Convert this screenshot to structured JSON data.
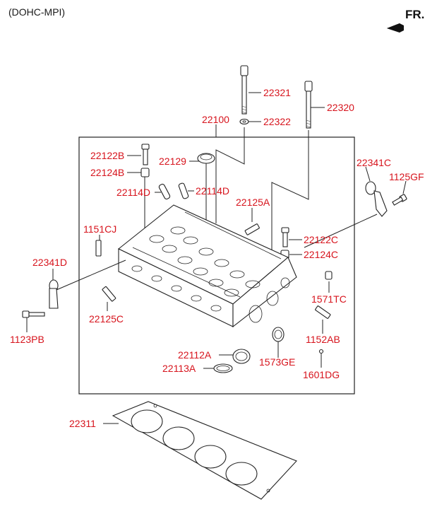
{
  "header": {
    "engine_type": "(DOHC-MPI)",
    "direction": "FR."
  },
  "parts": {
    "p22321": "22321",
    "p22322": "22322",
    "p22320": "22320",
    "p22100": "22100",
    "p22122B": "22122B",
    "p22124B": "22124B",
    "p22129": "22129",
    "p22114D_left": "22114D",
    "p22114D_right": "22114D",
    "p22125A": "22125A",
    "p22341C": "22341C",
    "p1125GF": "1125GF",
    "p1151CJ": "1151CJ",
    "p22122C": "22122C",
    "p22124C": "22124C",
    "p22341D": "22341D",
    "p1571TC": "1571TC",
    "p22125C": "22125C",
    "p1123PB": "1123PB",
    "p1152AB": "1152AB",
    "p22112A": "22112A",
    "p22113A": "22113A",
    "p1573GE": "1573GE",
    "p1601DG": "1601DG",
    "p22311": "22311"
  }
}
